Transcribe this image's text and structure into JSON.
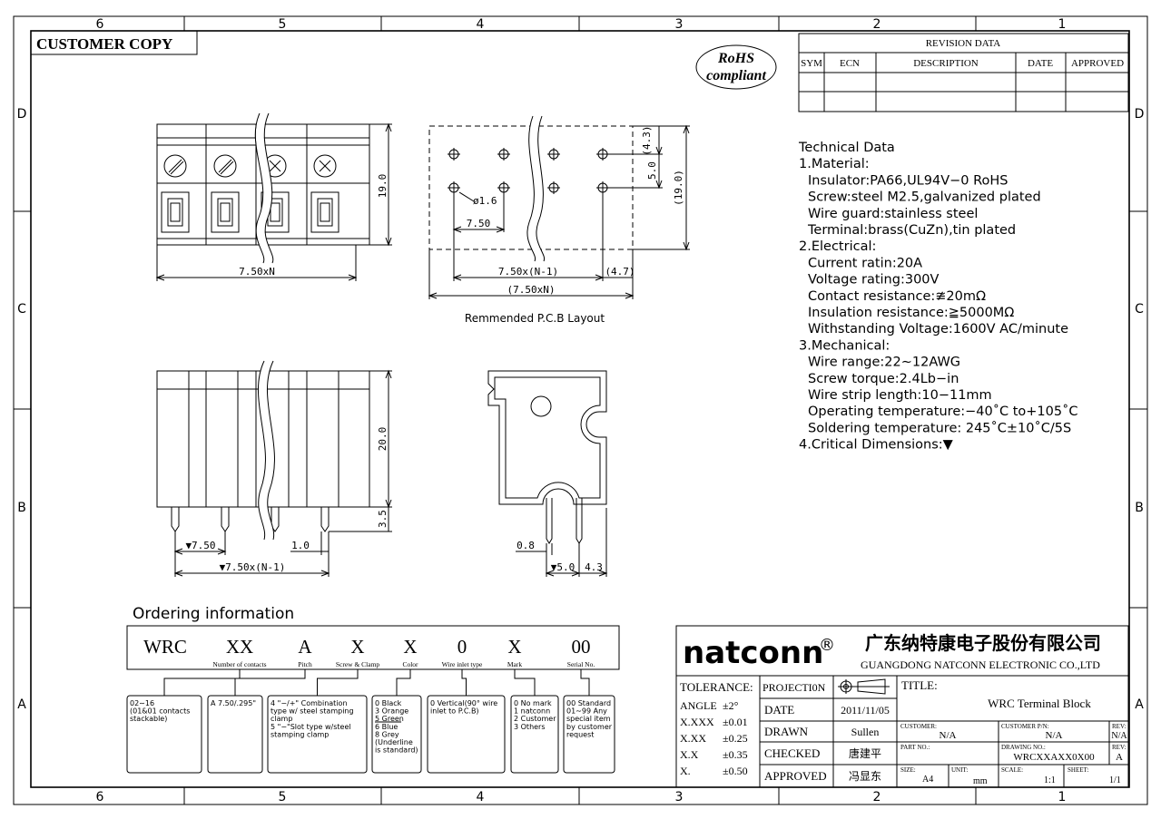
{
  "border": {
    "cols_top": [
      "6",
      "5",
      "4",
      "3",
      "2",
      "1"
    ],
    "cols_bottom": [
      "6",
      "5",
      "4",
      "3",
      "2",
      "1"
    ],
    "rows": [
      "D",
      "C",
      "B",
      "A"
    ]
  },
  "customer_copy": "CUSTOMER COPY",
  "rohs": {
    "line1": "RoHS",
    "line2": "compliant"
  },
  "revision": {
    "title": "REVISION DATA",
    "headers": [
      "SYM",
      "ECN",
      "DESCRIPTION",
      "DATE",
      "APPROVED"
    ]
  },
  "technical": {
    "lines": [
      "Technical  Data",
      "1.Material:",
      " Insulator:PA66,UL94V−0  RoHS",
      " Screw:steel  M2.5,galvanized  plated",
      " Wire  guard:stainless  steel",
      " Terminal:brass(CuZn),tin  plated",
      "2.Electrical:",
      " Current  ratin:20A",
      " Voltage  rating:300V",
      " Contact  resistance:≇20mΩ",
      " Insulation  resistance:≧5000MΩ",
      " Withstanding  Voltage:1600V  AC/minute",
      "3.Mechanical:",
      " Wire  range:22∼12AWG",
      " Screw  torque:2.4Lb−in",
      " Wire  strip  length:10−11mm",
      " Operating  temperature:−40˚C  to+105˚C",
      " Soldering  temperature:  245˚C±10˚C/5S",
      "4.Critical  Dimensions:▼"
    ]
  },
  "drawing": {
    "dim_19": "19.0",
    "dim_750N": "7.50xN",
    "pcb_43": "(4.3)",
    "pcb_50": "5.0",
    "pcb_190": "(19.0)",
    "pcb_phi": "ø1.6",
    "pcb_750": "7.50",
    "pcb_750N1": "7.50x(N-1)",
    "pcb_47": "(4.7)",
    "pcb_750N": "(7.50xN)",
    "pcb_caption": "Remmended  P.C.B  Layout",
    "dim_20": "20.0",
    "dim_35": "3.5",
    "dim_750b": "▼7.50",
    "dim_10": "1.0",
    "dim_750N1b": "▼7.50x(N-1)",
    "side_08": "0.8",
    "side_50": "▼5.0",
    "side_43": "4.3"
  },
  "ordering": {
    "title": "Ordering  information",
    "codes": [
      "WRC",
      "XX",
      "A",
      "X",
      "X",
      "0",
      "X",
      "00"
    ],
    "captions": [
      "Number of contacts",
      "Pitch",
      "Screw & Clamp",
      "Color",
      "Wire inlet type",
      "Mark",
      "Serial No."
    ],
    "options": [
      [
        "02∼16",
        "(01&01 contacts",
        "stackable)"
      ],
      [
        "A 7.50/.295\""
      ],
      [
        "4 \"−/+\" Combination",
        "type w/ steel stamping",
        "clamp",
        "5 \"−\"Slot type w/steel",
        "stamping clamp"
      ],
      [
        "0 Black",
        "3 Orange",
        "5 Green",
        "6 Blue",
        "8 Grey",
        "(Underline",
        "is standard)"
      ],
      [
        "0 Vertical(90° wire",
        "inlet to P.C.B)"
      ],
      [
        "0 No mark",
        "1 natconn",
        "2 Customer",
        "3 Others"
      ],
      [
        "00 Standard",
        "01∼99 Any",
        "special item",
        "by customer",
        "request"
      ]
    ]
  },
  "title_block": {
    "logo": "natconn",
    "reg": "®",
    "company_cn": "广东纳特康电子股份有限公司",
    "company_en": "GUANGDONG NATCONN ELECTRONIC CO.,LTD",
    "tolerance_label": "TOLERANCE:",
    "tolerances": [
      [
        "ANGLE",
        "±2°"
      ],
      [
        "X.XXX",
        "±0.01"
      ],
      [
        "X.XX",
        "±0.25"
      ],
      [
        "X.X",
        "±0.35"
      ],
      [
        "X.",
        "±0.50"
      ]
    ],
    "projection": "PROJECTI0N",
    "date_label": "DATE",
    "date_value": "2011/11/05",
    "drawn_label": "DRAWN",
    "drawn_value": "Sullen",
    "checked_label": "CHECKED",
    "checked_value": "唐建平",
    "approved_label": "APPROVED",
    "approved_value": "冯显东",
    "title_label": "TITLE:",
    "title_value": "WRC Terminal Block",
    "customer_label": "CUSTOMER:",
    "customer_value": "N/A",
    "customer_pn_label": "CUSTOMER P/N:",
    "customer_pn_value": "N/A",
    "rev_label": "REV:",
    "rev1_value": "N/A",
    "partno_label": "PART NO.:",
    "drawingno_label": "DRAWING NO.:",
    "drawingno_value": "WRCXXAXX0X00",
    "rev2_value": "A",
    "size_label": "SIZE:",
    "size_value": "A4",
    "unit_label": "UNIT:",
    "unit_value": "mm",
    "scale_label": "SCALE:",
    "scale_value": "1:1",
    "sheet_label": "SHEET:",
    "sheet_value": "1/1"
  }
}
